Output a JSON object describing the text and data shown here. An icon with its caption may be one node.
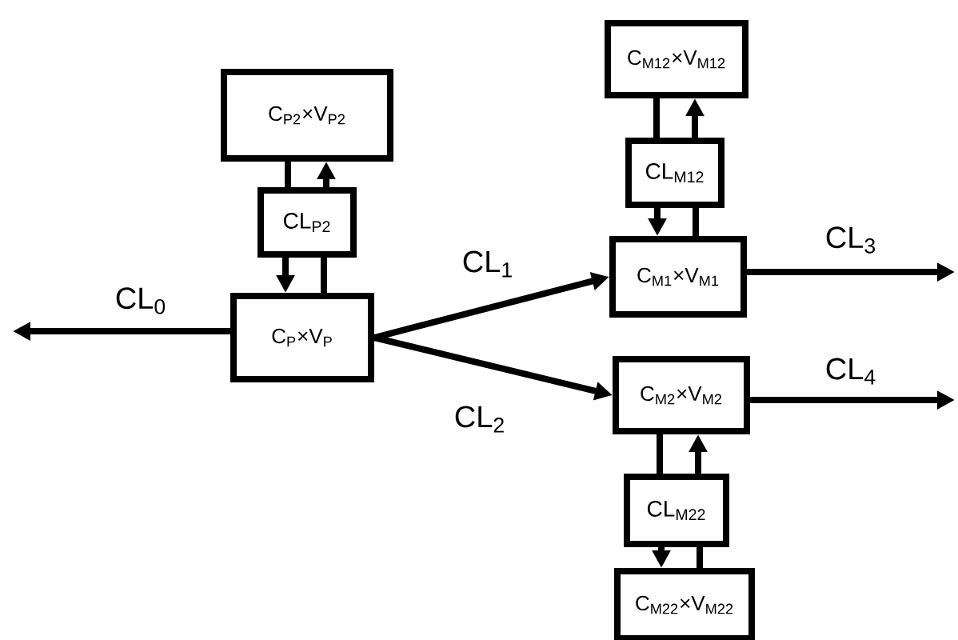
{
  "diagram": {
    "nodes": [
      {
        "text": [
          "C$_{P2}$×V$_{P2}$"
        ]
      },
      {
        "text": [
          "CL$_{P2}$"
        ]
      },
      {
        "text": [
          "C$_{P}$×V$_{P}$"
        ]
      },
      {
        "text": [
          "C$_{M12}$×V$_{M12}$"
        ]
      },
      {
        "text": [
          "CL$_{M12}$"
        ]
      },
      {
        "text": [
          "C$_{M1}$×V$_{M1}$"
        ]
      },
      {
        "text": [
          "C$_{M2}$×V$_{M2}$"
        ]
      },
      {
        "text": [
          "CL$_{M22}$"
        ]
      },
      {
        "text": [
          "C$_{M22}$×V$_{M22}$"
        ]
      }
    ],
    "edges": [
      {
        "from": 0,
        "to": 1,
        "arrow": "none"
      },
      {
        "from": 1,
        "to": 2,
        "arrow": "to"
      },
      {
        "from": 2,
        "to": 1,
        "arrow": "none"
      },
      {
        "from": 1,
        "to": 0,
        "arrow": "to"
      },
      {
        "from": 2,
        "to": null,
        "arrow": "to",
        "label": "CL$_{0}$"
      },
      {
        "from": 2,
        "to": 5,
        "arrow": "to",
        "label": "CL$_{1}$"
      },
      {
        "from": 2,
        "to": 6,
        "arrow": "to",
        "label": "CL$_{2}$"
      },
      {
        "from": 3,
        "to": 4,
        "arrow": "none"
      },
      {
        "from": 4,
        "to": 5,
        "arrow": "to"
      },
      {
        "from": 5,
        "to": 4,
        "arrow": "none"
      },
      {
        "from": 4,
        "to": 3,
        "arrow": "to"
      },
      {
        "from": 5,
        "to": null,
        "arrow": "to",
        "label": "CL$_{3}$"
      },
      {
        "from": 6,
        "to": 7,
        "arrow": "none"
      },
      {
        "from": 7,
        "to": 8,
        "arrow": "to"
      },
      {
        "from": 8,
        "to": 7,
        "arrow": "none"
      },
      {
        "from": 7,
        "to": 6,
        "arrow": "to"
      },
      {
        "from": 6,
        "to": null,
        "arrow": "to",
        "label": "CL$_{4}$"
      }
    ]
  }
}
